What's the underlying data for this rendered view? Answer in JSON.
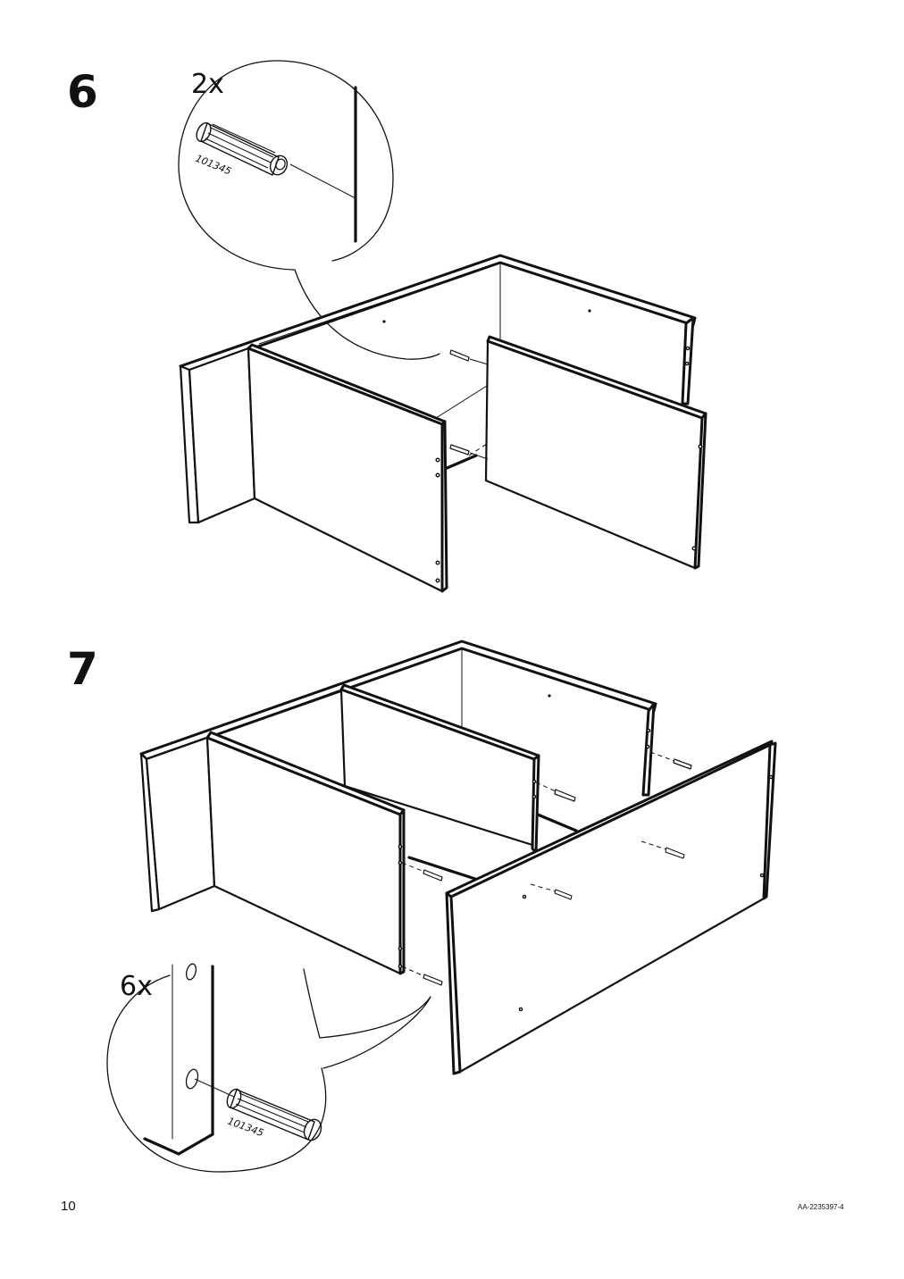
{
  "steps": [
    {
      "number": "6",
      "quantity": "2x",
      "part_number": "101345"
    },
    {
      "number": "7",
      "quantity": "6x",
      "part_number": "101345"
    }
  ],
  "footer": {
    "page_number": "10",
    "doc_code": "AA-2235397-4"
  }
}
